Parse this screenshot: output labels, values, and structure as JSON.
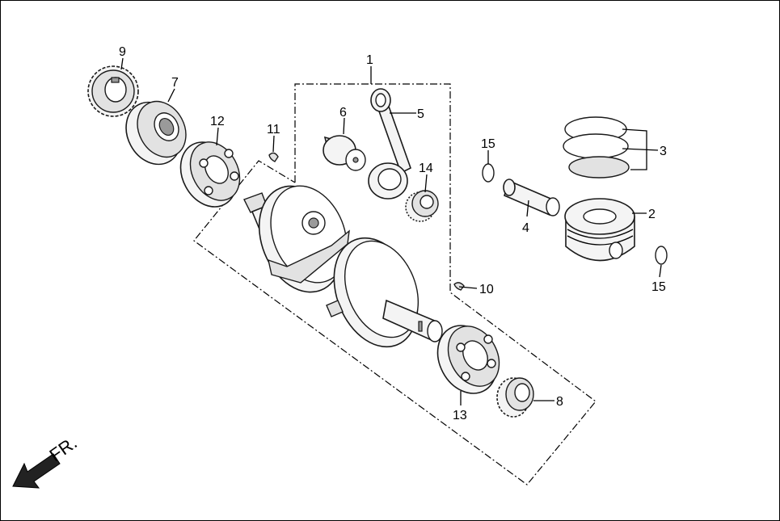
{
  "diagram": {
    "front_label": "FR.",
    "callouts": [
      {
        "id": "1",
        "text": "1"
      },
      {
        "id": "2",
        "text": "2"
      },
      {
        "id": "3",
        "text": "3"
      },
      {
        "id": "4",
        "text": "4"
      },
      {
        "id": "5",
        "text": "5"
      },
      {
        "id": "6",
        "text": "6"
      },
      {
        "id": "7",
        "text": "7"
      },
      {
        "id": "8",
        "text": "8"
      },
      {
        "id": "9",
        "text": "9"
      },
      {
        "id": "10",
        "text": "10"
      },
      {
        "id": "11",
        "text": "11"
      },
      {
        "id": "12",
        "text": "12"
      },
      {
        "id": "13",
        "text": "13"
      },
      {
        "id": "14",
        "text": "14"
      },
      {
        "id": "15a",
        "text": "15"
      },
      {
        "id": "15b",
        "text": "15"
      }
    ]
  }
}
